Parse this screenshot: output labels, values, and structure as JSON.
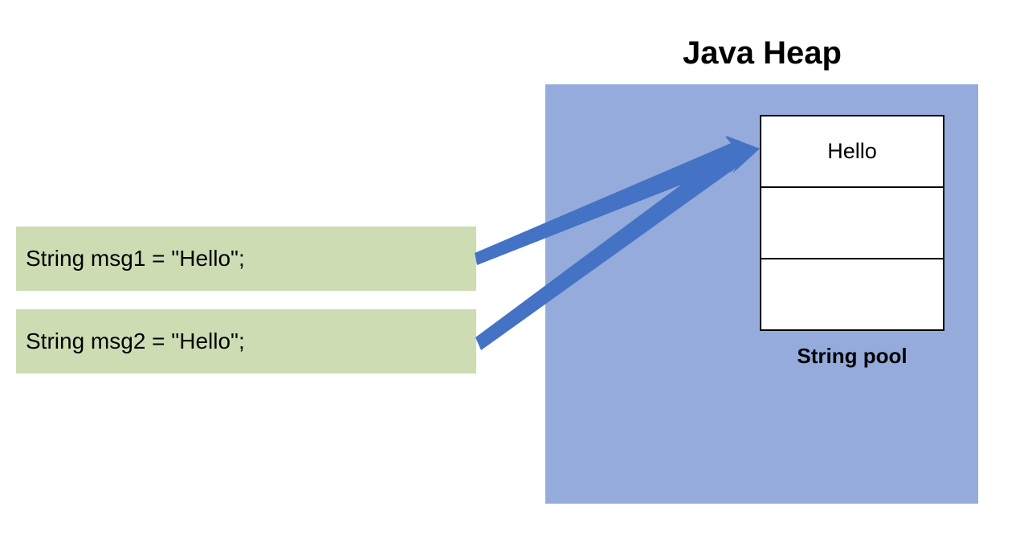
{
  "diagram": {
    "title": "Java Heap",
    "heap": {
      "label": "Java Heap",
      "color": "#94abdb"
    },
    "string_pool": {
      "caption": "String pool",
      "rows": [
        {
          "value": "Hello"
        },
        {
          "value": ""
        },
        {
          "value": ""
        }
      ],
      "border_color": "#000000",
      "cell_background": "#ffffff"
    },
    "code_statements": [
      {
        "text": "String msg1 = \"Hello\";"
      },
      {
        "text": "String msg2 = \"Hello\";"
      }
    ],
    "code_box_color": "#cedcb4",
    "arrows": [
      {
        "name": "arrow-msg1-to-pool",
        "from": "String msg1 = \"Hello\";",
        "to": "Hello",
        "color": "#4472c4"
      },
      {
        "name": "arrow-msg2-to-pool",
        "from": "String msg2 = \"Hello\";",
        "to": "Hello",
        "color": "#4472c4"
      }
    ]
  }
}
